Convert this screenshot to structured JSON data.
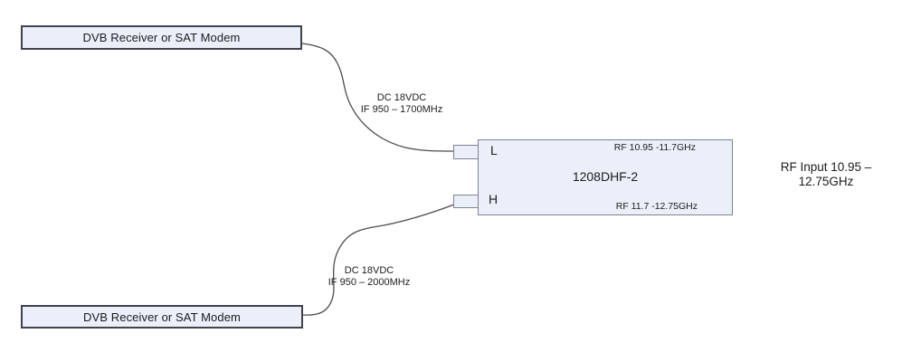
{
  "diagram": {
    "top_receiver": {
      "label": "DVB Receiver or SAT Modem"
    },
    "bottom_receiver": {
      "label": "DVB Receiver or SAT Modem"
    },
    "switch": {
      "model": "1208DHF-2",
      "port_low": "L",
      "port_high": "H",
      "rf_band_top": "RF 10.95 -11.7GHz",
      "rf_band_bottom": "RF 11.7 -12.75GHz"
    },
    "cable_top": {
      "line1": "DC 18VDC",
      "line2": "IF 950 – 1700MHz"
    },
    "cable_bottom": {
      "line1": "DC 18VDC",
      "line2": "IF 950 – 2000MHz"
    },
    "rf_input": {
      "line1": "RF Input 10.95 –",
      "line2": "12.75GHz"
    },
    "colors": {
      "box_fill": "#eaeffa",
      "dvb_border": "#40424c",
      "main_border": "#7e8490",
      "wire": "#4d4d4d"
    }
  }
}
